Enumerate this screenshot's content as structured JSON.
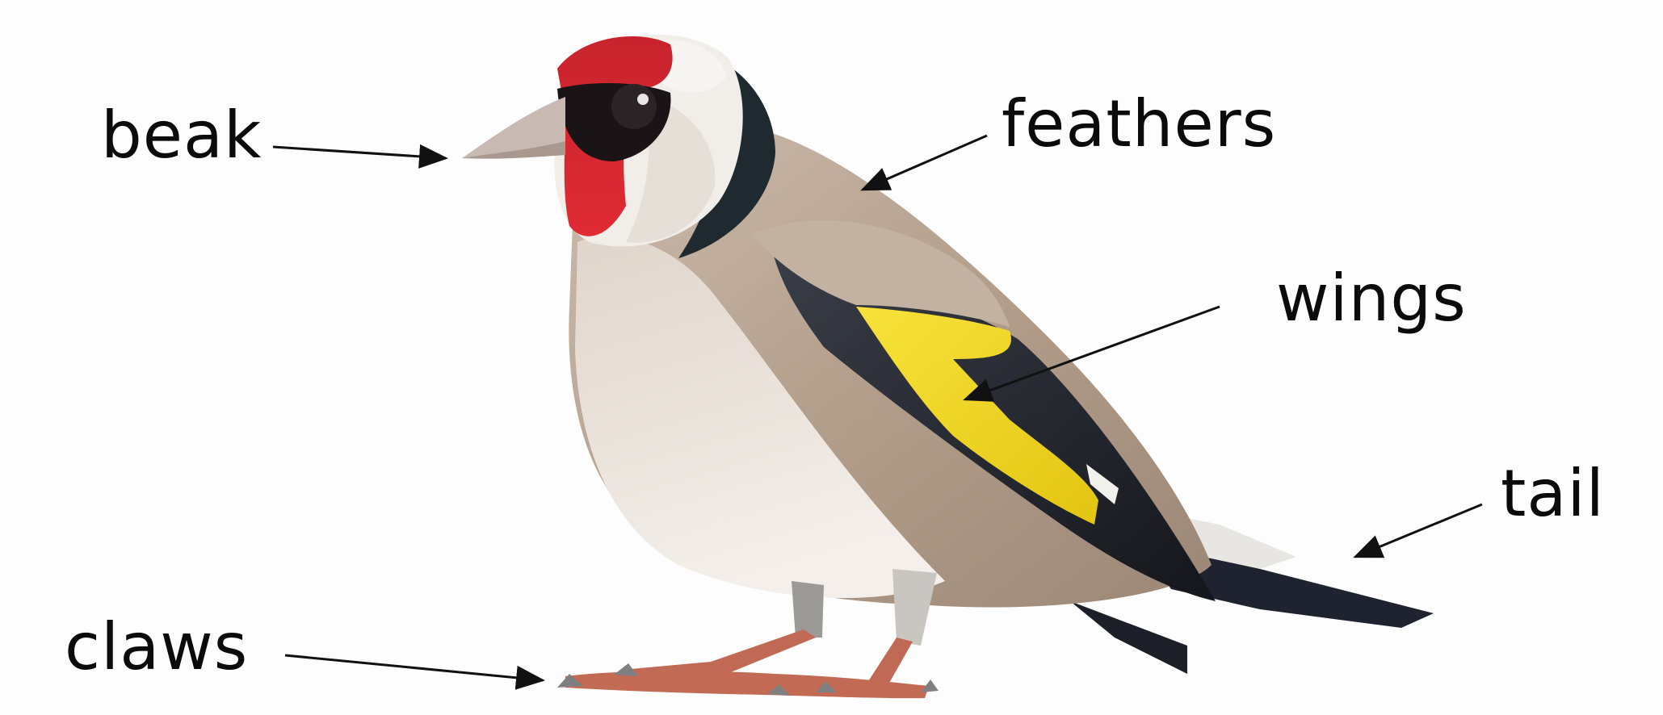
{
  "labels": {
    "beak": "beak",
    "feathers": "feathers",
    "wings": "wings",
    "tail": "tail",
    "claws": "claws"
  },
  "colors": {
    "background": "#fdfdfd",
    "text": "#0b0b0b",
    "arrow": "#111111",
    "head_red": "#d0202a",
    "wing_yellow": "#f3d81c",
    "wing_black": "#1f2228",
    "body_tan": "#b49f8c",
    "belly_light": "#ece5de",
    "legs": "#c06a55"
  }
}
